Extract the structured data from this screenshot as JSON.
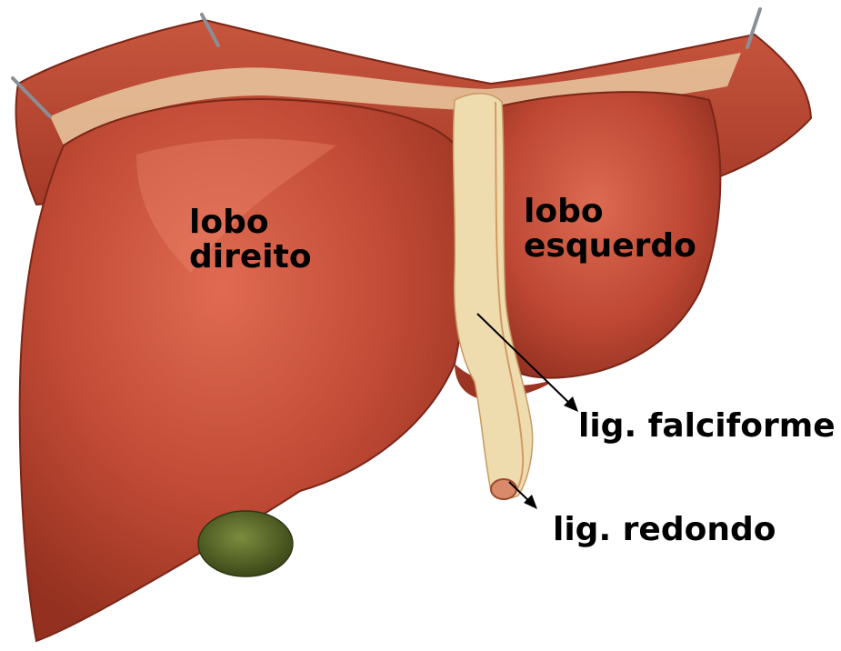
{
  "labels": {
    "right_lobe_line1": "lobo",
    "right_lobe_line2": "direito",
    "left_lobe_line1": "lobo",
    "left_lobe_line2": "esquerdo",
    "falciform": "lig. falciforme",
    "round": "lig. redondo"
  },
  "colors": {
    "liver_base": "#b8412f",
    "liver_light": "#d9604a",
    "liver_dark": "#8c2a1d",
    "ligament": "#efdcae",
    "gallbladder": "#5a6b2a",
    "pin": "#8a8f96"
  }
}
